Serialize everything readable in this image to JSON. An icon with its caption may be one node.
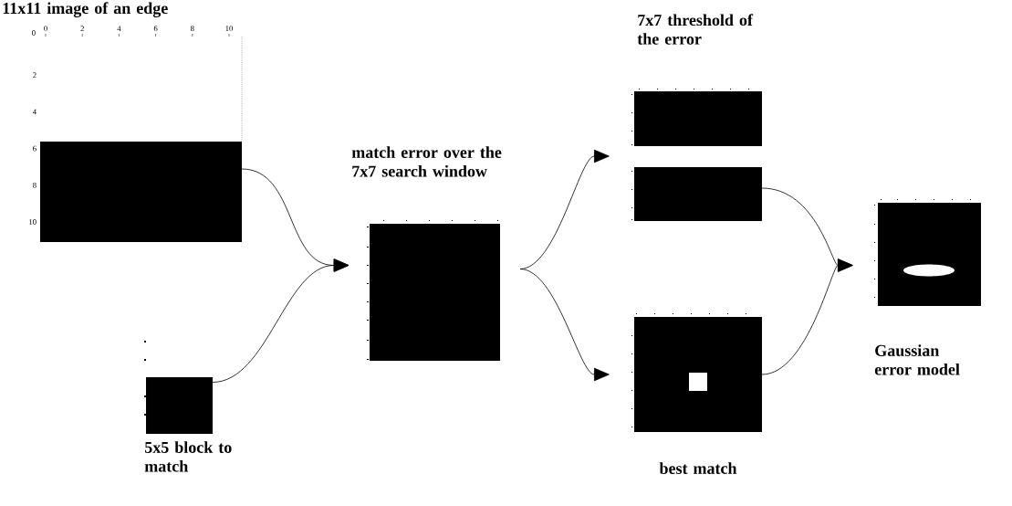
{
  "diagram": {
    "nodes": [
      {
        "text": [
          "11x11 image of an edge"
        ]
      },
      {
        "text": [
          "5x5 block to match"
        ]
      },
      {
        "text": [
          "match error over the 7x7 search window"
        ]
      },
      {
        "text": [
          "7x7 threshold of the error"
        ]
      },
      {
        "text": [
          "best match"
        ]
      },
      {
        "text": [
          "Gaussian error model"
        ]
      }
    ],
    "edges": [
      {
        "from": 0,
        "to": 2,
        "arrow": "to"
      },
      {
        "from": 1,
        "to": 2,
        "arrow": "to"
      },
      {
        "from": 2,
        "to": 3,
        "arrow": "to"
      },
      {
        "from": 2,
        "to": 4,
        "arrow": "to"
      },
      {
        "from": 3,
        "to": 5,
        "arrow": "to"
      },
      {
        "from": 4,
        "to": 5,
        "arrow": "to"
      }
    ],
    "labels": [
      "0",
      "2",
      "4",
      "6",
      "8",
      "10",
      "0",
      "2",
      "4",
      "6",
      "8",
      "10"
    ]
  }
}
